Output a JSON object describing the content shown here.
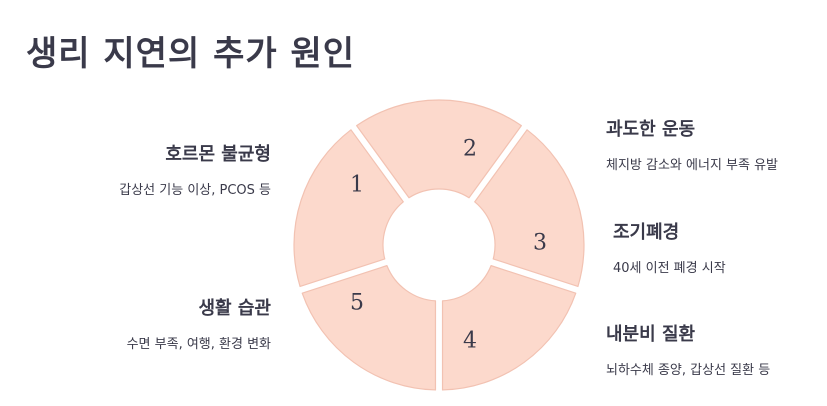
{
  "title": "생리 지연의 추가 원인",
  "segments": [
    {
      "number": "1",
      "heading": "호르몬 불균형",
      "description": "갑상선 기능 이상, PCOS 등"
    },
    {
      "number": "2",
      "heading": "과도한 운동",
      "description": "체지방 감소와 에너지 부족 유발"
    },
    {
      "number": "3",
      "heading": "조기폐경",
      "description": "40세 이전 폐경 시작"
    },
    {
      "number": "4",
      "heading": "내분비 질환",
      "description": "뇌하수체 종양, 갑상선 질환 등"
    },
    {
      "number": "5",
      "heading": "생활 습관",
      "description": "수면 부족, 여행, 환경 변화"
    }
  ],
  "colors": {
    "segment_fill": "#fcd9cc",
    "segment_stroke": "#f2c2b2",
    "text": "#3a3a4a"
  }
}
